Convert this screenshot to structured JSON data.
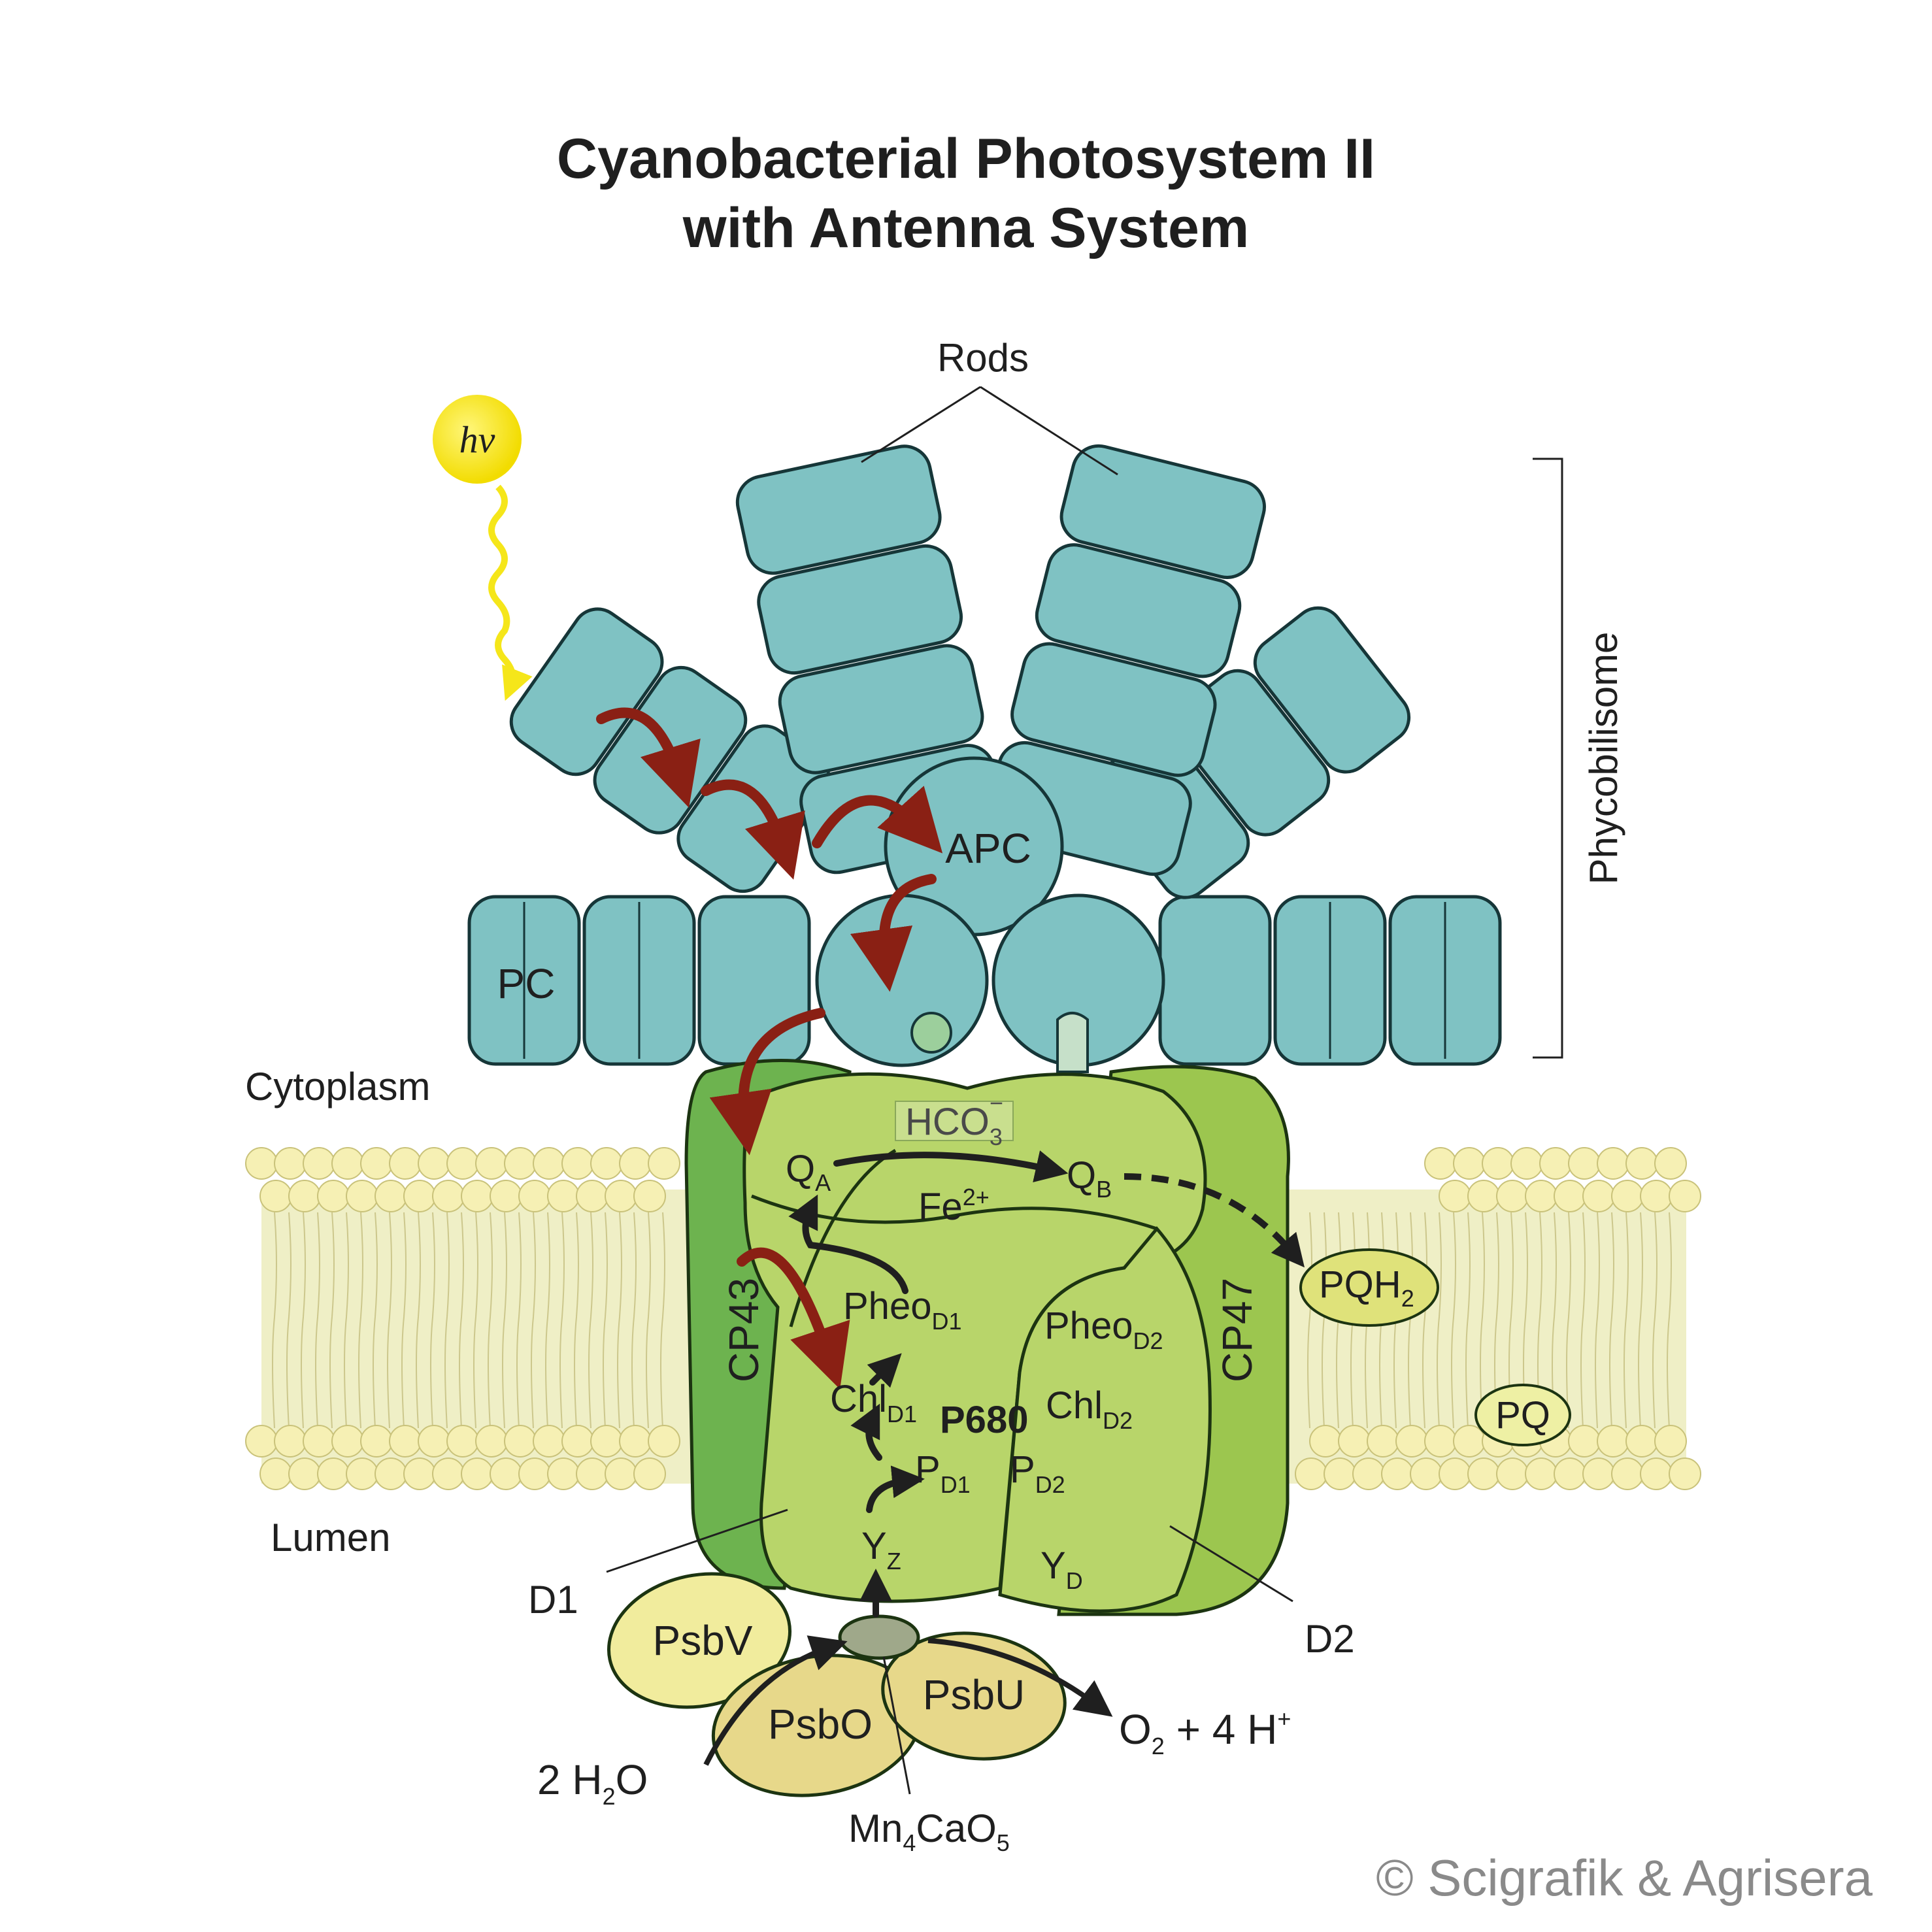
{
  "title": {
    "line1": "Cyanobacterial Photosystem II",
    "line2": "with Antenna System"
  },
  "labels": {
    "rods": "Rods",
    "phycobilisome": "Phycobilisome",
    "hv": "hν",
    "apc": "APC",
    "pc": "PC",
    "cytoplasm": "Cytoplasm",
    "lumen": "Lumen",
    "cp43": "CP43",
    "cp47": "CP47",
    "hco3": "HCO",
    "hco3_sub": "3",
    "hco3_sup": "−",
    "fe": "Fe",
    "fe_sup": "2+",
    "qa": "Q",
    "qa_sub": "A",
    "qb": "Q",
    "qb_sub": "B",
    "pqh2": "PQH",
    "pqh2_sub": "2",
    "pq": "PQ",
    "pheo_d1": "Pheo",
    "pheo_d1_sub": "D1",
    "pheo_d2": "Pheo",
    "pheo_d2_sub": "D2",
    "chl_d1": "Chl",
    "chl_d1_sub": "D1",
    "chl_d2": "Chl",
    "chl_d2_sub": "D2",
    "p680": "P680",
    "p_d1": "P",
    "p_d1_sub": "D1",
    "p_d2": "P",
    "p_d2_sub": "D2",
    "yz": "Y",
    "yz_sub": "Z",
    "yd": "Y",
    "yd_sub": "D",
    "d1": "D1",
    "d2": "D2",
    "psbv": "PsbV",
    "psbo": "PsbO",
    "psbu": "PsbU",
    "water": "2 H",
    "water_sub": "2",
    "water_end": "O",
    "o2": "O",
    "o2_sub": "2",
    "o2_mid": " + 4 H",
    "o2_sup": "+",
    "mn": "Mn",
    "mn_sub1": "4",
    "mn_mid": "CaO",
    "mn_sub2": "5"
  },
  "copyright": "© Scigrafik & Agrisera",
  "colors": {
    "phycobilisome": "#7fc2c3",
    "membrane": "#efefc6",
    "lipid_head": "#f6f0b4",
    "psii_dark": "#6db34f",
    "psii_light": "#b8d56a",
    "transfer_arrow": "#8a2014",
    "photon": "#f5e61a"
  }
}
